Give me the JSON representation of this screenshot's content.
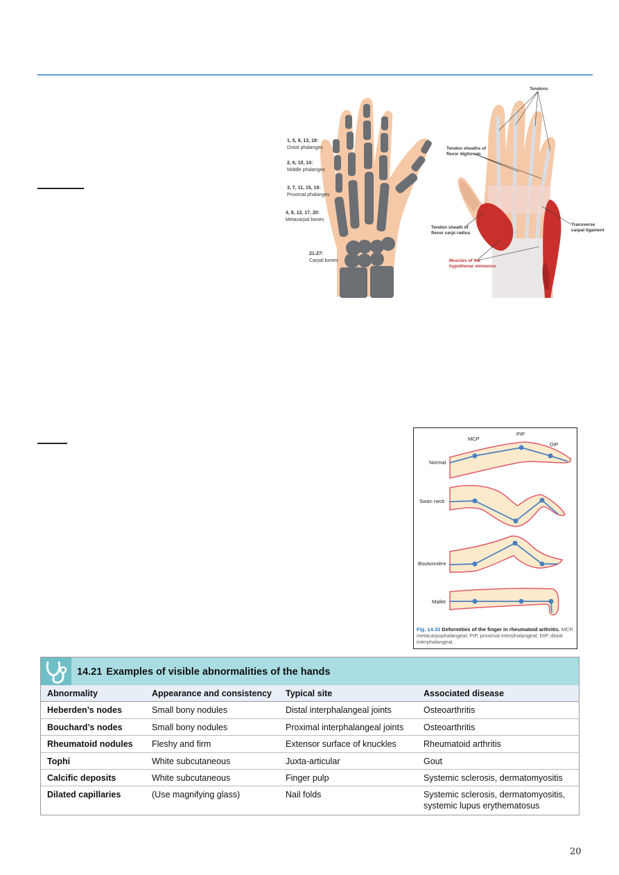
{
  "hand_figure": {
    "bone_labels": [
      {
        "numbers": "1, 5, 9, 13, 18:",
        "name": "Distal phalanges"
      },
      {
        "numbers": "2, 6, 10, 14:",
        "name": "Middle phalanges"
      },
      {
        "numbers": "3, 7, 11, 15, 19:",
        "name": "Proximal phalanges"
      },
      {
        "numbers": "4, 8, 12, 17, 20:",
        "name": "Metacarpal bones"
      },
      {
        "numbers": "21-27:",
        "name": "Carpal bones"
      }
    ],
    "soft_labels": {
      "tendons": "Tendons",
      "sheaths_line1": "Tendon sheaths of",
      "sheaths_line2": "flexor digitorum",
      "flexor_carpi_line1": "Tendon sheath of",
      "flexor_carpi_line2": "flexor carpi radius",
      "transverse_line1": "Transverse",
      "transverse_line2": "carpal ligament",
      "muscles_line1": "Muscles of the",
      "muscles_line2": "hypothenar eminence"
    }
  },
  "finger_figure": {
    "joint_labels": {
      "mcp": "MCP",
      "pip": "PIP",
      "dip": "DIP"
    },
    "rows": [
      "Normal",
      "Swan neck",
      "Boutonnière",
      "Mallet"
    ],
    "caption_label": "Fig. 14.33",
    "caption_title": "Deformities of the finger in rheumatoid arthritis.",
    "caption_text": "MCP, metacarpophalangeal; PIP, proximal interphalangeal; DIP, distal interphalangeal."
  },
  "table": {
    "number": "14.21",
    "title": "Examples of visible abnormalities of the hands",
    "headers": [
      "Abnormality",
      "Appearance and consistency",
      "Typical site",
      "Associated disease"
    ],
    "rows": [
      {
        "abnormality": "Heberden’s nodes",
        "appearance": "Small bony nodules",
        "site": "Distal interphalangeal joints",
        "disease": "Osteoarthritis"
      },
      {
        "abnormality": "Bouchard’s nodes",
        "appearance": "Small bony nodules",
        "site": "Proximal interphalangeal joints",
        "disease": "Osteoarthritis"
      },
      {
        "abnormality": "Rheumatoid nodules",
        "appearance": "Fleshy and firm",
        "site": "Extensor surface of knuckles",
        "disease": "Rheumatoid arthritis"
      },
      {
        "abnormality": "Tophi",
        "appearance": "White subcutaneous",
        "site": "Juxta-articular",
        "disease": "Gout"
      },
      {
        "abnormality": "Calcific deposits",
        "appearance": "White subcutaneous",
        "site": "Finger pulp",
        "disease": "Systemic sclerosis, dermatomyositis"
      },
      {
        "abnormality": "Dilated capillaries",
        "appearance": "(Use magnifying glass)",
        "site": "Nail folds",
        "disease": "Systemic sclerosis, dermatomyositis,",
        "disease2": "systemic lupus erythematosus"
      }
    ]
  },
  "page_number": "20"
}
